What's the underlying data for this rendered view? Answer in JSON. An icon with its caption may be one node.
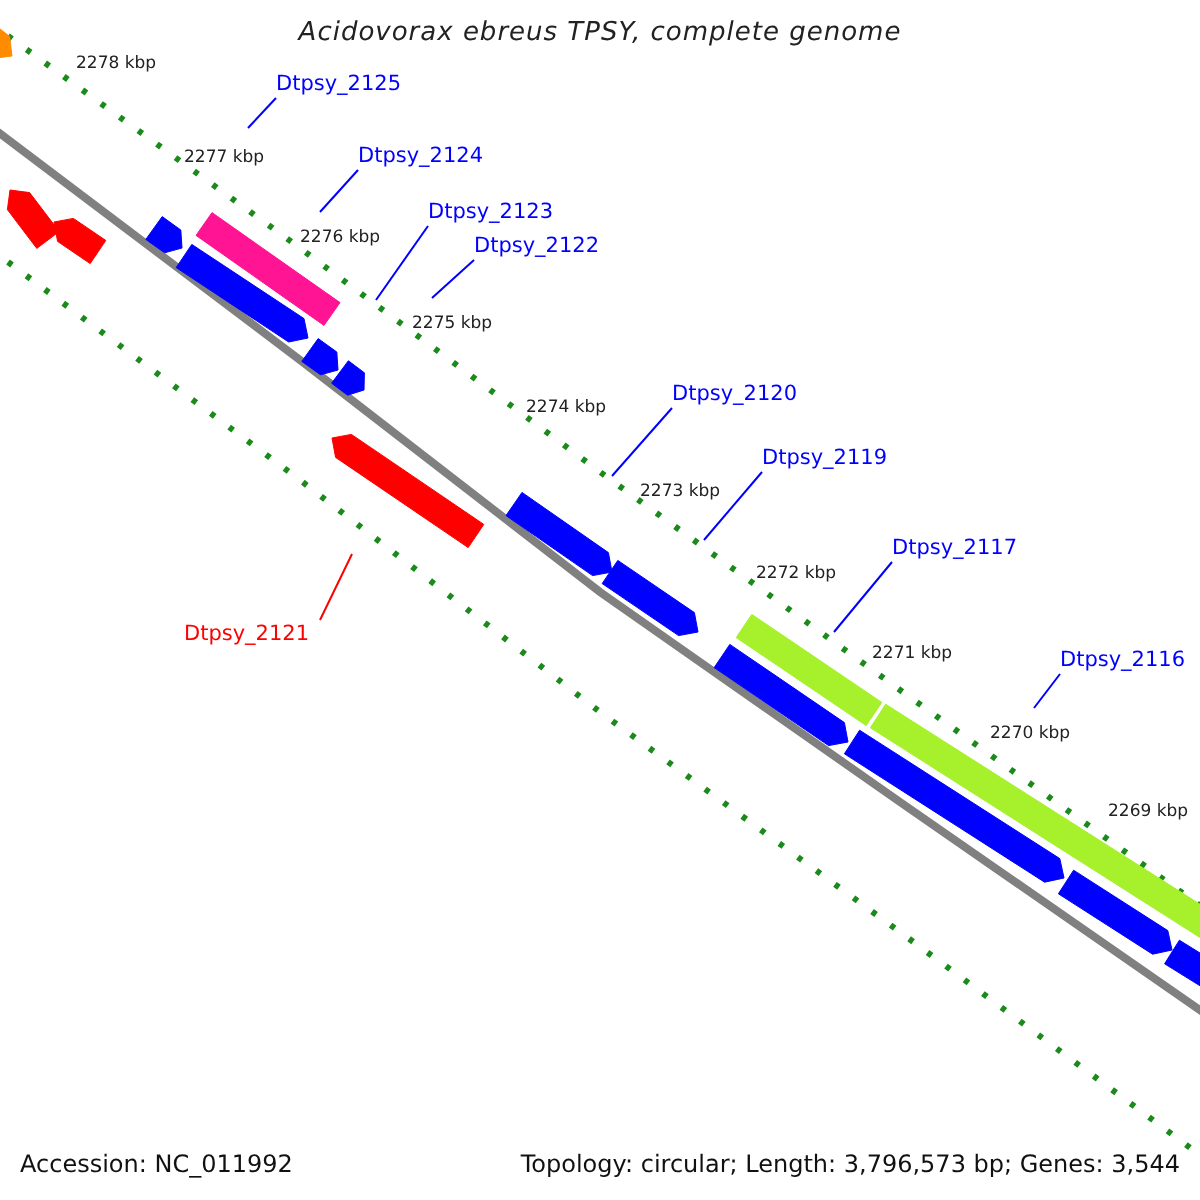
{
  "diagram": {
    "title": "Acidovorax ebreus TPSY, complete genome",
    "nodes": [
      {
        "text": [
          "Dtpsy_2125"
        ]
      },
      {
        "text": [
          "Dtpsy_2124"
        ]
      },
      {
        "text": [
          "Dtpsy_2123"
        ]
      },
      {
        "text": [
          "Dtpsy_2122"
        ]
      },
      {
        "text": [
          "Dtpsy_2120"
        ]
      },
      {
        "text": [
          "Dtpsy_2119"
        ]
      },
      {
        "text": [
          "Dtpsy_2117"
        ]
      },
      {
        "text": [
          "Dtpsy_2116"
        ]
      },
      {
        "text": [
          "Dtpsy_2121"
        ]
      }
    ],
    "edges": [
      {
        "from": 0,
        "to": null,
        "arrow": "none"
      },
      {
        "from": 1,
        "to": null,
        "arrow": "none"
      },
      {
        "from": 2,
        "to": null,
        "arrow": "none"
      },
      {
        "from": 3,
        "to": null,
        "arrow": "none"
      },
      {
        "from": 4,
        "to": null,
        "arrow": "none"
      },
      {
        "from": 5,
        "to": null,
        "arrow": "none"
      },
      {
        "from": 6,
        "to": null,
        "arrow": "none"
      },
      {
        "from": 7,
        "to": null,
        "arrow": "none"
      },
      {
        "from": 8,
        "to": null,
        "arrow": "none",
        "color": "#ff0000"
      }
    ],
    "labels": [
      "2278 kbp",
      "2277 kbp",
      "2276 kbp",
      "2275 kbp",
      "2274 kbp",
      "2273 kbp",
      "2272 kbp",
      "2271 kbp",
      "2270 kbp",
      "2269 kbp",
      "Accession: NC_011992",
      "Topology: circular; Length: 3,796,573 bp; Genes: 3,544"
    ]
  }
}
